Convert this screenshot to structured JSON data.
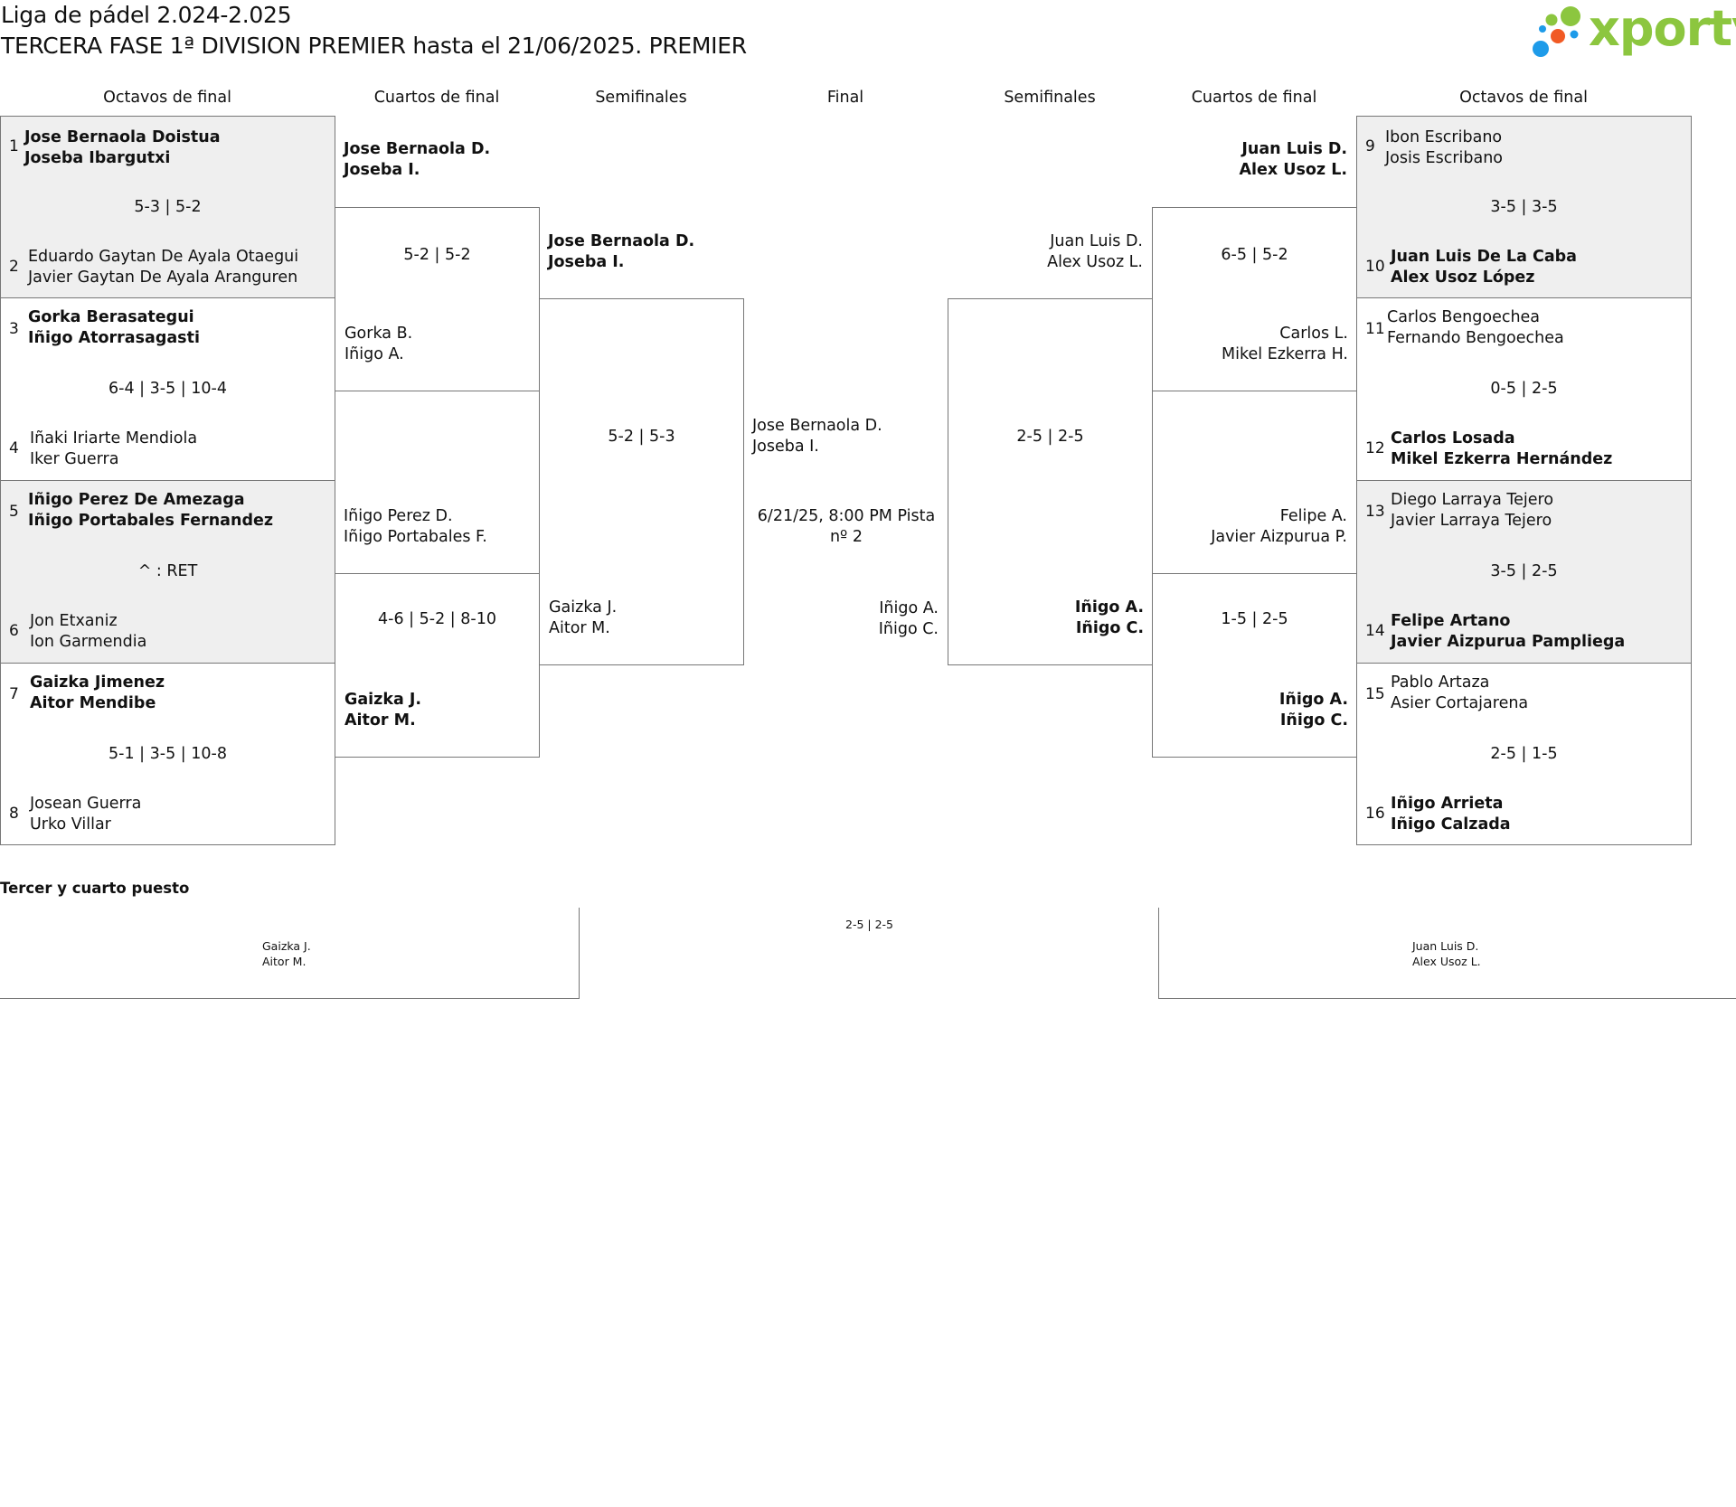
{
  "header": {
    "title_line1": "Liga de pádel 2.024-2.025",
    "title_line2": "TERCERA FASE 1ª DIVISION PREMIER hasta el 21/06/2025. PREMIER",
    "logo_text": "xporty",
    "logo_colors": [
      "#f7941d",
      "#8cc63f",
      "#1e9be9",
      "#f15a24"
    ]
  },
  "rounds": {
    "left": [
      "Octavos de final",
      "Cuartos de final",
      "Semifinales"
    ],
    "center": "Final",
    "right": [
      "Semifinales",
      "Cuartos de final",
      "Octavos de final"
    ]
  },
  "round_of_16_left": [
    {
      "top_seed": "1",
      "top": [
        "Jose Bernaola Doistua",
        "Joseba Ibargutxi"
      ],
      "top_bold": true,
      "score": "5-3 | 5-2",
      "bottom_seed": "2",
      "bottom": [
        "Eduardo Gaytan De Ayala Otaegui",
        "Javier Gaytan De Ayala Aranguren"
      ],
      "bottom_bold": false
    },
    {
      "top_seed": "3",
      "top": [
        "Gorka Berasategui",
        "Iñigo Atorrasagasti"
      ],
      "top_bold": true,
      "score": "6-4 | 3-5 | 10-4",
      "bottom_seed": "4",
      "bottom": [
        "Iñaki Iriarte Mendiola",
        "Iker Guerra"
      ],
      "bottom_bold": false
    },
    {
      "top_seed": "5",
      "top": [
        "Iñigo Perez De Amezaga",
        "Iñigo Portabales Fernandez"
      ],
      "top_bold": true,
      "score": "^ : RET",
      "bottom_seed": "6",
      "bottom": [
        "Jon Etxaniz",
        "Ion Garmendia"
      ],
      "bottom_bold": false
    },
    {
      "top_seed": "7",
      "top": [
        "Gaizka Jimenez",
        "Aitor Mendibe"
      ],
      "top_bold": true,
      "score": "5-1 | 3-5 | 10-8",
      "bottom_seed": "8",
      "bottom": [
        "Josean Guerra",
        "Urko Villar"
      ],
      "bottom_bold": false
    }
  ],
  "quarter_left": [
    {
      "top": [
        "Jose Bernaola D.",
        "Joseba I."
      ],
      "top_bold": true,
      "score": "5-2 | 5-2",
      "bottom": [
        "Gorka B.",
        "Iñigo A."
      ],
      "bottom_bold": false
    },
    {
      "top": [
        "Iñigo Perez D.",
        "Iñigo Portabales F."
      ],
      "top_bold": false,
      "score": "4-6 | 5-2 | 8-10",
      "bottom": [
        "Gaizka J.",
        "Aitor M."
      ],
      "bottom_bold": true
    }
  ],
  "semi_left": {
    "top": [
      "Jose Bernaola D.",
      "Joseba I."
    ],
    "top_bold": true,
    "score": "5-2 | 5-3",
    "bottom": [
      "Gaizka J.",
      "Aitor M."
    ],
    "bottom_bold": false
  },
  "final": {
    "top": [
      "Jose Bernaola D.",
      "Joseba I."
    ],
    "info": "6/21/25, 8:00 PM Pista nº 2",
    "bottom": [
      "Iñigo A.",
      "Iñigo C."
    ]
  },
  "semi_right": {
    "top": [
      "Juan Luis D.",
      "Alex Usoz L."
    ],
    "top_bold": false,
    "score": "2-5 | 2-5",
    "bottom": [
      "Iñigo A.",
      "Iñigo C."
    ],
    "bottom_bold": true
  },
  "quarter_right": [
    {
      "top": [
        "Juan Luis D.",
        "Alex Usoz L."
      ],
      "top_bold": true,
      "score": "6-5 | 5-2",
      "bottom": [
        "Carlos L.",
        "Mikel Ezkerra H."
      ],
      "bottom_bold": false
    },
    {
      "top": [
        "Felipe A.",
        "Javier Aizpurua P."
      ],
      "top_bold": false,
      "score": "1-5 | 2-5",
      "bottom": [
        "Iñigo A.",
        "Iñigo C."
      ],
      "bottom_bold": true
    }
  ],
  "round_of_16_right": [
    {
      "top_seed": "9",
      "top": [
        "Ibon Escribano",
        "Josis Escribano"
      ],
      "top_bold": false,
      "score": "3-5 | 3-5",
      "bottom_seed": "10",
      "bottom": [
        "Juan Luis De La Caba",
        "Alex Usoz López"
      ],
      "bottom_bold": true
    },
    {
      "top_seed": "11",
      "top": [
        "Carlos Bengoechea",
        "Fernando Bengoechea"
      ],
      "top_bold": false,
      "score": "0-5 | 2-5",
      "bottom_seed": "12",
      "bottom": [
        "Carlos Losada",
        "Mikel Ezkerra Hernández"
      ],
      "bottom_bold": true
    },
    {
      "top_seed": "13",
      "top": [
        "Diego Larraya Tejero",
        "Javier Larraya Tejero"
      ],
      "top_bold": false,
      "score": "3-5 | 2-5",
      "bottom_seed": "14",
      "bottom": [
        "Felipe Artano",
        "Javier Aizpurua Pampliega"
      ],
      "bottom_bold": true
    },
    {
      "top_seed": "15",
      "top": [
        "Pablo Artaza",
        "Asier Cortajarena"
      ],
      "top_bold": false,
      "score": "2-5 | 1-5",
      "bottom_seed": "16",
      "bottom": [
        "Iñigo Arrieta",
        "Iñigo Calzada"
      ],
      "bottom_bold": true
    }
  ],
  "third_place": {
    "title": "Tercer y cuarto puesto",
    "left": [
      "Gaizka J.",
      "Aitor M."
    ],
    "score": "2-5 | 2-5",
    "right": [
      "Juan Luis D.",
      "Alex Usoz L."
    ]
  }
}
